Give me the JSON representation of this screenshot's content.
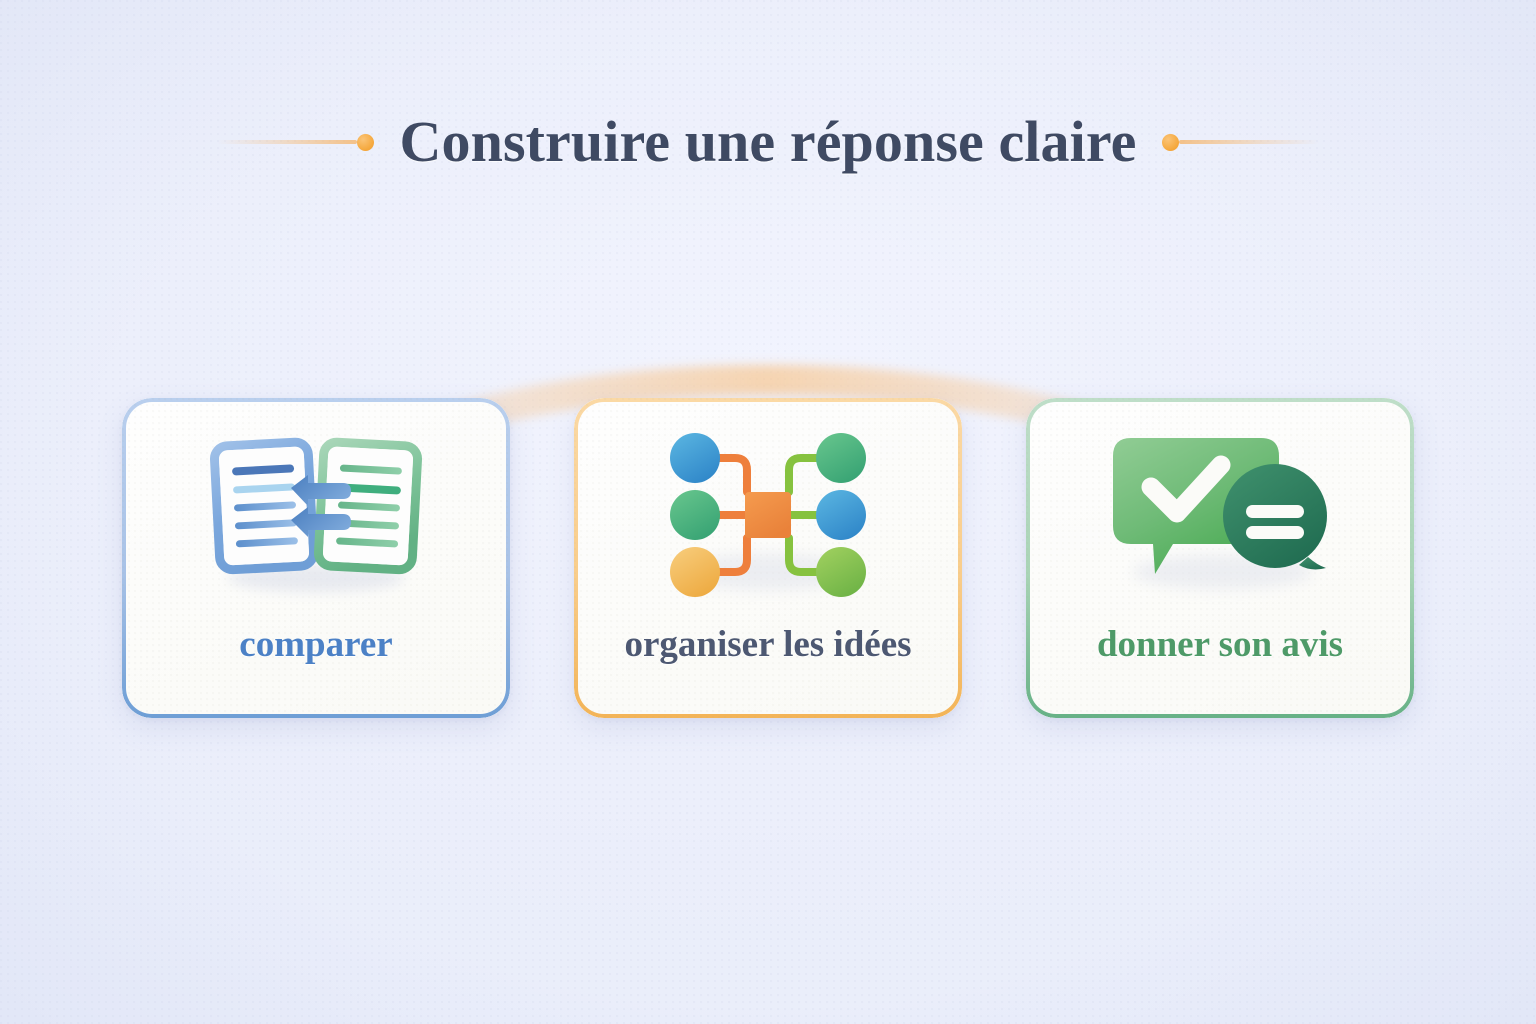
{
  "page": {
    "title": "Construire une réponse claire",
    "background_color": "#eef1fc",
    "accent_color": "#f5a93f",
    "title_color": "#3f4a63"
  },
  "header": {
    "title": "Construire une réponse claire",
    "left_dot": "bullet-dot",
    "right_dot": "bullet-dot",
    "left_rule": "decorative-rule",
    "right_rule": "decorative-rule"
  },
  "decoration": {
    "arc": "connecting-arc",
    "arc_color": "#f7c38a"
  },
  "cards": [
    {
      "label": "comparer",
      "border_color": "#a8c2e7",
      "label_color": "#4c81c6",
      "icon": "compare-documents-icon",
      "icon_parts": {
        "left_document": "document-blue",
        "right_document": "document-green",
        "arrows": "two-left-arrows",
        "left_doc_color": "#6e9fd8",
        "right_doc_color": "#6cba93",
        "arrow_color": "#5d8fcb",
        "left_lines": 5,
        "right_lines": 5
      }
    },
    {
      "label": "organiser les idées",
      "border_color": "#f9cd8b",
      "label_color": "#4d5872",
      "icon": "mind-map-icon",
      "icon_parts": {
        "center": "orange-square",
        "center_color": "#ef8f42",
        "nodes": [
          {
            "name": "node-top-left",
            "color": "#3e9bd6"
          },
          {
            "name": "node-top-right",
            "color": "#4cb47c"
          },
          {
            "name": "node-mid-left",
            "color": "#4cb47c"
          },
          {
            "name": "node-mid-right",
            "color": "#3e9bd6"
          },
          {
            "name": "node-bottom-left",
            "color": "#f0b450"
          },
          {
            "name": "node-bottom-right",
            "color": "#85c254"
          }
        ],
        "left_connector_color": "#ee7f3c",
        "right_connector_color": "#86c23f"
      }
    },
    {
      "label": "donner son avis",
      "border_color": "#a9d4b6",
      "label_color": "#4e9a68",
      "icon": "feedback-bubbles-icon",
      "icon_parts": {
        "main_bubble": "speech-bubble-check",
        "main_bubble_color": "#6fbb77",
        "check": "checkmark-white",
        "small_bubble": "round-bubble-equals",
        "small_bubble_color": "#2f7a5e",
        "equals": "equals-white"
      }
    }
  ]
}
